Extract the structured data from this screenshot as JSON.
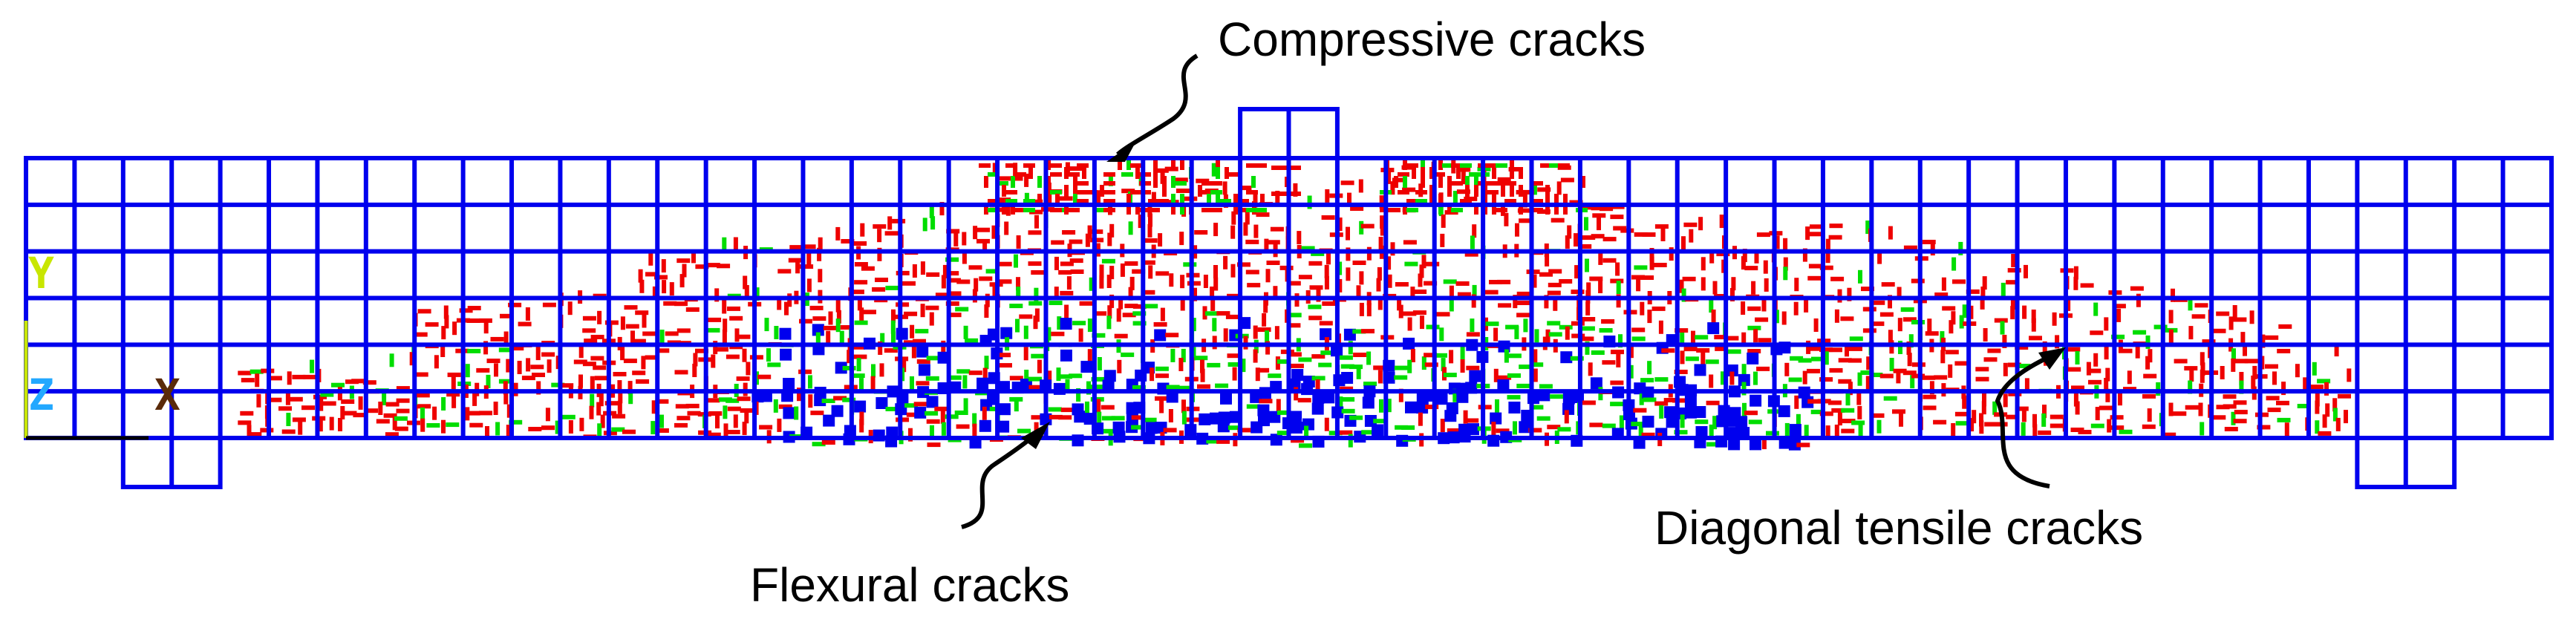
{
  "labels": {
    "compressive": "Compressive cracks",
    "flexural": "Flexural cracks",
    "diagonal": "Diagonal tensile cracks"
  },
  "triad": {
    "y": "Y",
    "z": "Z",
    "x": "X"
  },
  "colors": {
    "mesh": "#0000ee",
    "crack_red": "#ee0000",
    "crack_green": "#00dd00",
    "crack_blue": "#0000ee",
    "triad_y": "#c8e600",
    "triad_z": "#22a8ff",
    "triad_x": "#5a2a0a",
    "text": "#000000"
  }
}
